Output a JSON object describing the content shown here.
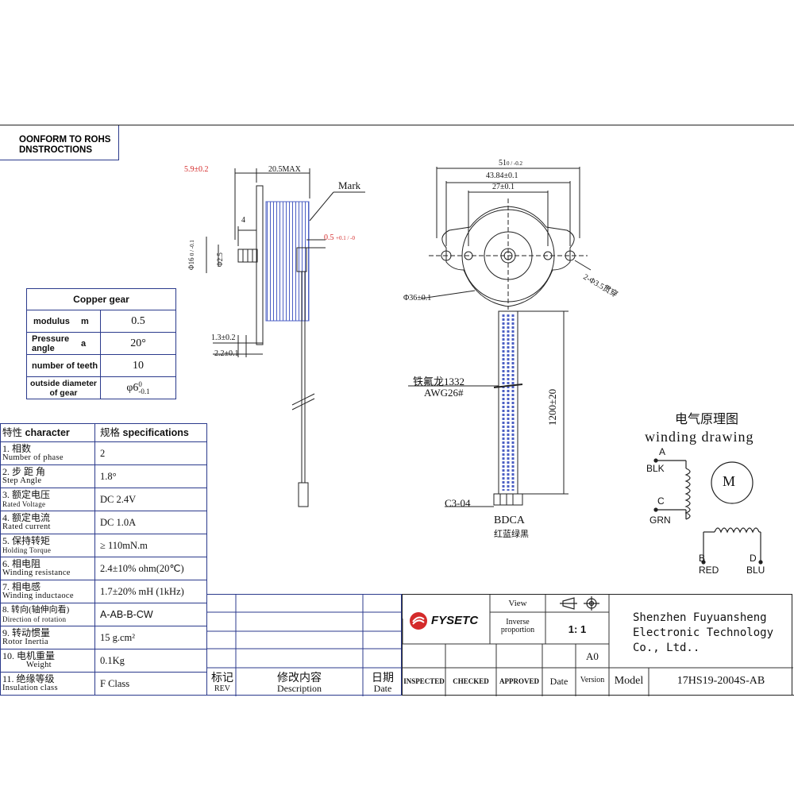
{
  "rohs": {
    "line1": "OONFORM TO ROHS",
    "line2": "DNSTROCTIONS"
  },
  "gear_table": {
    "title": "Copper gear",
    "rows": [
      {
        "name": "modulus",
        "symbol": "m",
        "value": "0.5"
      },
      {
        "name": "Pressure angle",
        "symbol": "a",
        "value": "20°"
      },
      {
        "name": "number of teeth",
        "symbol": "",
        "value": "10"
      },
      {
        "name": "outside diameter of gear",
        "symbol": "",
        "value": "φ6"
      }
    ],
    "tol_upper": "0",
    "tol_lower": "-0.1"
  },
  "spec_table": {
    "header_character_cn": "特性",
    "header_character_en": "character",
    "header_spec_cn": "规格",
    "header_spec_en": "specifications",
    "rows": [
      {
        "cn": "1. 相数",
        "en": "Number of phase",
        "value": "2"
      },
      {
        "cn": "2. 步 距 角",
        "en": "Step Angle",
        "value": "1.8°"
      },
      {
        "cn": "3. 额定电压",
        "en": "Rated Voltage",
        "value": "DC  2.4V"
      },
      {
        "cn": "4. 额定电流",
        "en": "Rated current",
        "value": "DC  1.0A"
      },
      {
        "cn": "5. 保持转矩",
        "en": "Holding Torque",
        "value": "≥ 110mN.m"
      },
      {
        "cn": "6. 相电阻",
        "en": "Winding resistance",
        "value": "2.4±10% ohm(20℃)"
      },
      {
        "cn": "7. 相电感",
        "en": "Winding inductaoce",
        "value": "1.7±20% mH (1kHz)"
      },
      {
        "cn": "8. 转向(轴伸向看)",
        "en": "Direction of rotation",
        "value": "A-AB-B-CW"
      },
      {
        "cn": "9. 转动惯量",
        "en": "Rotor Inertia",
        "value": "15  g.cm²"
      },
      {
        "cn": "10. 电机重量",
        "en": "Weight",
        "value": "0.1Kg"
      },
      {
        "cn": "11. 绝缘等级",
        "en": "Insulation class",
        "value": "F Class"
      }
    ]
  },
  "revision": {
    "rev_cn": "标记",
    "rev_en": "REV",
    "desc_cn": "修改内容",
    "desc_en": "Description",
    "date_cn": "日期",
    "date_en": "Date"
  },
  "side_view": {
    "dim_top_left": "5.9±0.2",
    "dim_top_right": "20.5MAX",
    "mark_label": "Mark",
    "dim_4": "4",
    "dim_05": "0.5",
    "dim_05_tol": "+0.1 / -0",
    "dim_dia16": "Φ16",
    "dim_dia16_tol": "0 / -0.1",
    "dim_dia25": "Φ2.5",
    "dim_13": "1.3±0.2",
    "dim_22": "2.2±0.1"
  },
  "front_view": {
    "dim_51": "51",
    "dim_51_tol": "0 / -0.2",
    "dim_4384": "43.84±0.1",
    "dim_27": "27±0.1",
    "dim_dia36": "Φ36±0.1",
    "dim_holes": "2-Φ3.5贯穿",
    "wire_label_cn": "铁氟龙1332",
    "wire_label_awg": "AWG26#",
    "length": "1200±20",
    "connector": "C3-04",
    "connector_order": "BDCA",
    "connector_colors": "红蓝绿黑"
  },
  "winding": {
    "title_cn": "电气原理图",
    "title_en": "winding drawing",
    "a": "A",
    "blk": "BLK",
    "c": "C",
    "grn": "GRN",
    "b": "B",
    "red": "RED",
    "d": "D",
    "blu": "BLU",
    "motor": "M"
  },
  "title_block": {
    "company_logo": "FYSETC",
    "view_label": "View",
    "inverse_label": "Inverse proportion",
    "scale": "1: 1",
    "size": "A0",
    "inspected": "INSPECTED",
    "checked": "CHECKED",
    "approved": "APPROVED",
    "date": "Date",
    "version": "Version",
    "model_label": "Model",
    "model": "17HS19-2004S-AB",
    "company_line1": "Shenzhen Fuyuansheng",
    "company_line2": "Electronic Technology",
    "company_line3": "Co., Ltd.."
  },
  "colors": {
    "accent": "#2b3a8c",
    "wire": "#5a6fc9",
    "logo_red": "#d42a2a"
  }
}
